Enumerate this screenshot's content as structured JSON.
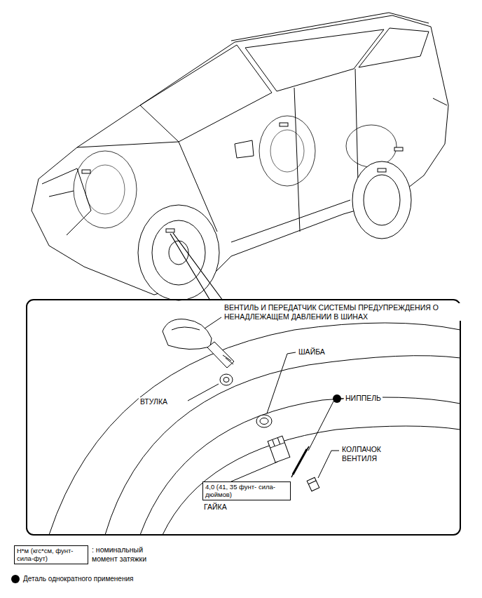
{
  "diagram": {
    "nodes": [
      {
        "text": [
          "4,0 (41, 35 фунт- сила-дюймов)"
        ]
      },
      {
        "text": [
          "Н*м (кгс*см, фунт- сила-фут)"
        ]
      }
    ],
    "labels": [
      "ВЕНТИЛЬ И ПЕРЕДАТЧИК СИСТЕМЫ ПРЕДУПРЕЖДЕНИЯ О НЕНАДЛЕЖАЩЕМ ДАВЛЕНИИ В ШИНАХ",
      "ШАЙБА",
      "ВТУЛКА",
      "НИППЕЛЬ",
      "КОЛПАЧОК ВЕНТИЛЯ",
      "ГАЙКА",
      ": номинальный момент затяжки"
    ],
    "legend": [
      {
        "text": "Деталь однократного применения"
      }
    ]
  }
}
